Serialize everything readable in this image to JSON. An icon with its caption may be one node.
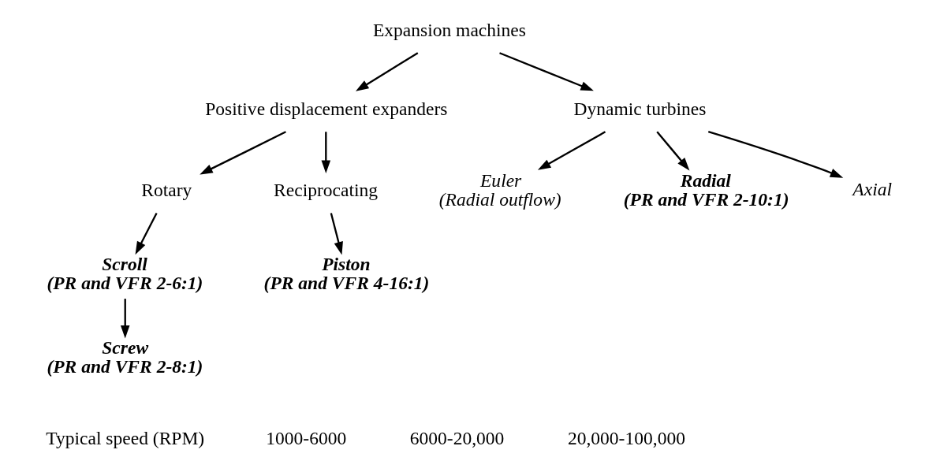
{
  "diagram": {
    "nodes": [
      {
        "text": [
          "Expansion machines"
        ]
      },
      {
        "text": [
          "Positive displacement expanders"
        ]
      },
      {
        "text": [
          "Dynamic turbines"
        ]
      },
      {
        "text": [
          "Rotary"
        ]
      },
      {
        "text": [
          "Reciprocating"
        ]
      },
      {
        "text": [
          "Euler",
          "(Radial outflow)"
        ]
      },
      {
        "text": [
          "Radial",
          "(PR and VFR 2-10:1)"
        ]
      },
      {
        "text": [
          "Axial"
        ]
      },
      {
        "text": [
          "Scroll",
          "(PR and VFR 2-6:1)"
        ]
      },
      {
        "text": [
          "Screw",
          "(PR and VFR 2-8:1)"
        ]
      },
      {
        "text": [
          "Piston",
          "(PR and VFR 4-16:1)"
        ]
      }
    ],
    "edges": [
      {
        "from": 0,
        "to": 1,
        "arrow": "to"
      },
      {
        "from": 0,
        "to": 2,
        "arrow": "to"
      },
      {
        "from": 1,
        "to": 3,
        "arrow": "to"
      },
      {
        "from": 1,
        "to": 4,
        "arrow": "to"
      },
      {
        "from": 2,
        "to": 5,
        "arrow": "to"
      },
      {
        "from": 2,
        "to": 6,
        "arrow": "to"
      },
      {
        "from": 2,
        "to": 7,
        "arrow": "to"
      },
      {
        "from": 3,
        "to": 8,
        "arrow": "to"
      },
      {
        "from": 8,
        "to": 9,
        "arrow": "to"
      },
      {
        "from": 4,
        "to": 10,
        "arrow": "to"
      }
    ],
    "labels": [
      "Typical speed (RPM)",
      "1000-6000",
      "6000-20,000",
      "20,000-100,000"
    ]
  }
}
